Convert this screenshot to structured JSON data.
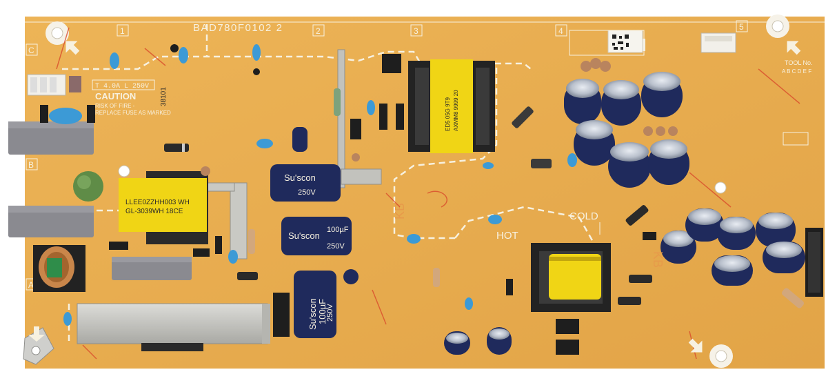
{
  "board": {
    "part_number": "BAD780F0102 2",
    "grid_columns": [
      "1",
      "2",
      "3",
      "4",
      "5"
    ],
    "grid_rows": [
      "C",
      "B",
      "A"
    ],
    "tool_label": "TOOL No.",
    "tool_letters": "A B C D E F",
    "lot_code": "38101"
  },
  "labels": {
    "fuse_rating": "T 4.0A L 250V",
    "caution_title": "CAUTION",
    "caution_line1": "RISK OF FIRE -",
    "caution_line2": "REPLACE FUSE AS MARKED",
    "cold": "COLD",
    "hot": "HOT",
    "kb_left": "KB",
    "kb_right": "KB"
  },
  "transformers": {
    "main_label_line1": "LLEE0ZZHH003 WH",
    "main_label_line2": "GL-3039WH 18CE",
    "switching_label_line1": "ED5 05G 9T9",
    "switching_label_line2": "AXMM8 9999 20"
  },
  "capacitors": {
    "bulk_top_brand": "Su'scon",
    "bulk_top_rating": "250V",
    "bulk_mid_brand": "Su'scon",
    "bulk_mid_value": "100µF",
    "bulk_mid_rating": "250V",
    "bulk_big_brand": "Su'scon",
    "bulk_big_value": "100µF",
    "bulk_big_rating": "250V"
  },
  "colors": {
    "pcb": "#e9ae4f",
    "silkscreen": "#f7f1e0",
    "heatsink": "#c9c9c4",
    "capacitor_navy": "#1f2a5c",
    "transformer_yellow": "#f0d515",
    "ceramic_blue": "#3c9ad6"
  }
}
